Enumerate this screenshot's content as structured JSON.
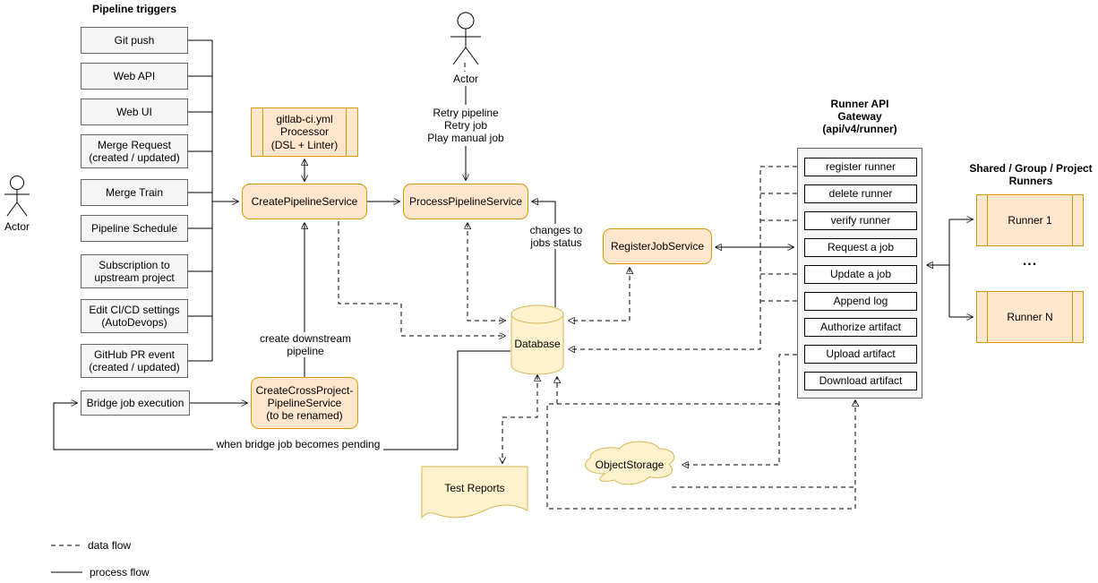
{
  "triggers": {
    "title": "Pipeline triggers",
    "items": [
      "Git push",
      "Web API",
      "Web UI",
      "Merge Request\n(created / updated)",
      "Merge Train",
      "Pipeline Schedule",
      "Subscription to\nupstream project",
      "Edit CI/CD settings\n(AutoDevops)",
      "GitHub PR event\n(created / updated)"
    ],
    "bridge": "Bridge job execution"
  },
  "actors": {
    "left": "Actor",
    "top": "Actor"
  },
  "services": {
    "processor": "gitlab-ci.yml\nProcessor\n(DSL + Linter)",
    "create_pipeline": "CreatePipelineService",
    "process_pipeline": "ProcessPipelineService",
    "register_job": "RegisterJobService",
    "create_cross_project": "CreateCrossProject-\nPipelineService\n(to be renamed)"
  },
  "storage": {
    "database": "Database",
    "object_storage": "ObjectStorage",
    "test_reports": "Test Reports"
  },
  "gateway": {
    "title": "Runner API\nGateway\n(api/v4/runner)",
    "endpoints": [
      "register runner",
      "delete runner",
      "verify runner",
      "Request a job",
      "Update a job",
      "Append log",
      "Authorize artifact",
      "Upload artifact",
      "Download artifact"
    ]
  },
  "runners": {
    "title": "Shared / Group / Project\nRunners",
    "runner1": "Runner 1",
    "ellipsis": "...",
    "runnerN": "Runner N"
  },
  "annotations": {
    "retry": "Retry pipeline\nRetry job\nPlay manual job",
    "changes": "changes to\njobs status",
    "create_downstream": "create downstream\npipeline",
    "when_bridge": "when bridge job becomes pending"
  },
  "legend": {
    "data_flow": "data flow",
    "process_flow": "process flow"
  },
  "colors": {
    "service_fill": "#FFE6CC",
    "service_stroke": "#D79B00",
    "storage_fill": "#FFF2CC",
    "storage_stroke": "#D6B656",
    "trigger_fill": "#F5F5F5",
    "trigger_stroke": "#666666",
    "line": "#000000"
  }
}
